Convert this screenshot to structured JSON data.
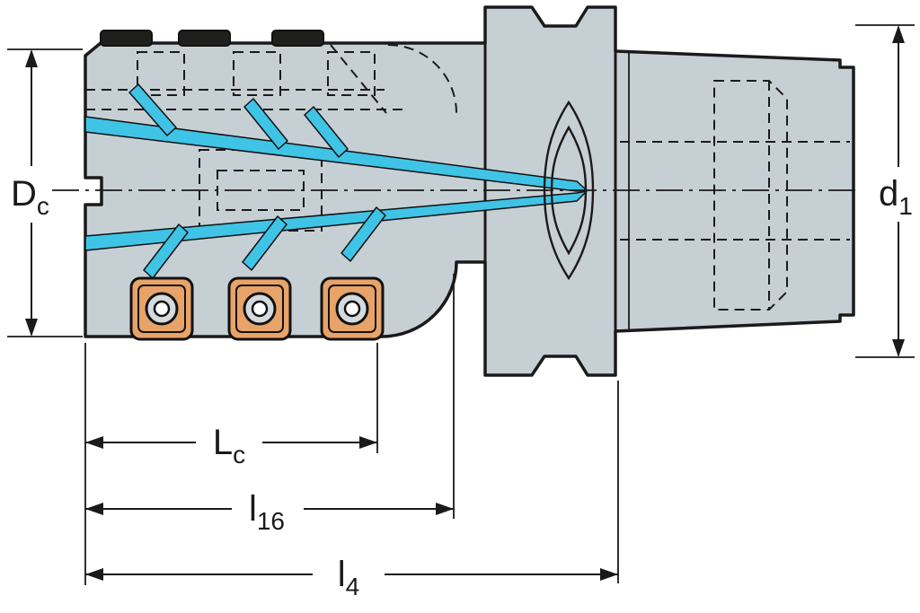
{
  "diagram": {
    "type": "technical-drawing",
    "subject": "indexable-milling-cutter-with-coolant-channels-side-view",
    "colors": {
      "background": "#ffffff",
      "body": "#c6cfd4",
      "outline": "#1a1a1a",
      "coolant": "#3fc4e6",
      "insert_pocket": "#e8a368",
      "insert_dark": "#1f1f1d",
      "screw_face": "#d4dadd",
      "screw_center": "#ffffff"
    },
    "dimensions": {
      "dc": {
        "main": "D",
        "sub": "c"
      },
      "d1": {
        "main": "d",
        "sub": "1"
      },
      "lc": {
        "main": "L",
        "sub": "c"
      },
      "l16": {
        "main": "l",
        "sub": "16"
      },
      "l4": {
        "main": "l",
        "sub": "4"
      }
    }
  }
}
